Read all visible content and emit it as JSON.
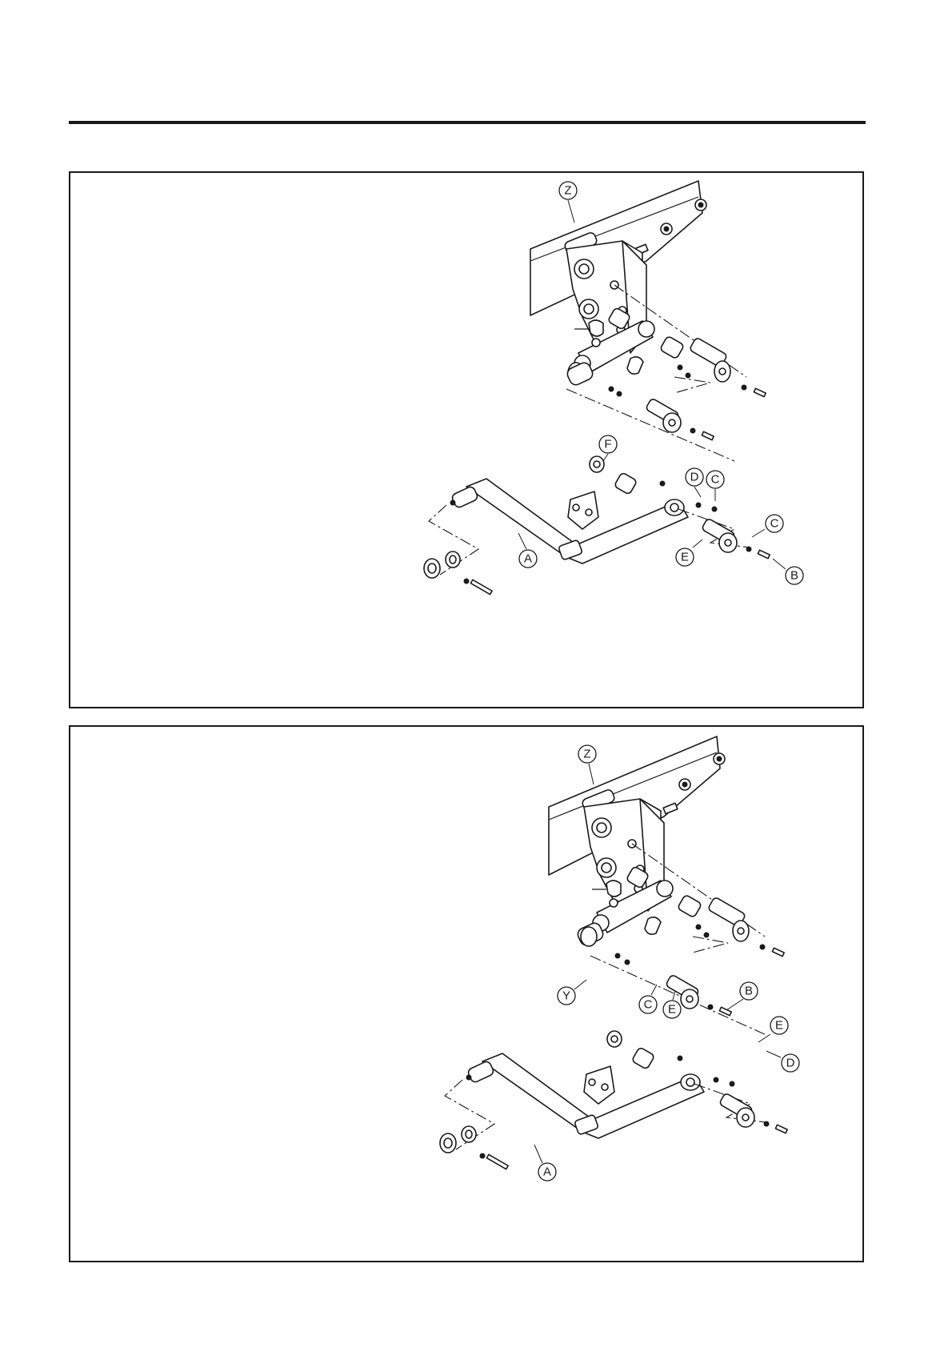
{
  "panels": [
    {
      "labels": {
        "z": "Z",
        "f": "F",
        "d": "D",
        "c1": "C",
        "c2": "C",
        "a": "A",
        "e": "E",
        "b": "B"
      }
    },
    {
      "labels": {
        "z": "Z",
        "y": "Y",
        "c": "C",
        "e1": "E",
        "b": "B",
        "e2": "E",
        "d": "D",
        "a": "A"
      }
    }
  ],
  "colors": {
    "ink": "#1a1a1a",
    "paper": "#ffffff"
  }
}
